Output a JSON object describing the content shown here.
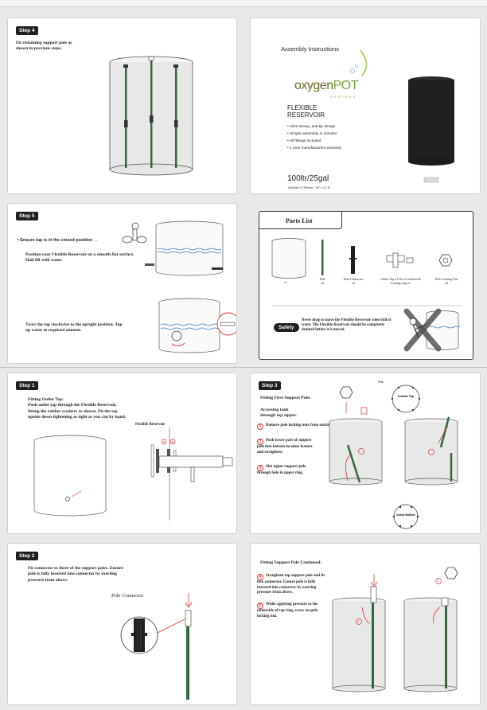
{
  "assembly": {
    "heading": "Assembly Instructions",
    "brand_main": "oxygen",
    "brand_suffix": "POT",
    "brand_sub": "SYSTEMS",
    "product_line1": "FLEXIBLE",
    "product_line2": "RESERVOIR",
    "features": [
      "Ultra strong, anti-tip design",
      "Simple assembly in minutes",
      "All fittings included",
      "1 year manufacturers warranty"
    ],
    "size": "100ltr/25gal",
    "dimensions": "450mm x 700mm / 18\" x 27.5\""
  },
  "step4": {
    "badge": "Step 4",
    "text": "Fit remaining support pole as shown in previous steps."
  },
  "step5": {
    "badge": "Step 5",
    "tap_note": "Ensure tap is in the closed position",
    "text1": "Position your Flexible Reservoir on a smooth flat surface. Half fill with water.",
    "text2": "Twist the tap clockwise to the upright position. Top up water to required amount."
  },
  "parts": {
    "title": "Parts List",
    "items": [
      {
        "name": "",
        "qty": "x1"
      },
      {
        "name": "Pole",
        "qty": "x6"
      },
      {
        "name": "Pole Connector",
        "qty": "x3"
      },
      {
        "name": "Outlet Tap x1 Set of washers & locking ring x1",
        "qty": ""
      },
      {
        "name": "Pole Locking Nut",
        "qty": "x6"
      }
    ],
    "safety_badge": "Safety",
    "safety_text": "Never drag or move the Flexible Reservoir when full of water. The Flexible Reservoir should be completely drained before it is moved."
  },
  "step1": {
    "badge": "Step 1",
    "title": "Fitting Outlet Tap:",
    "text": "Push outlet tap through the Flexible Reservoir, fitting the rubber washers as shown. Fit the tap upside down tightening as tight as you can by hand.",
    "label": "Flexible Reservoir",
    "markA": "A",
    "markB": "B"
  },
  "step3": {
    "badge": "Step 3",
    "title": "Fitting First Support Pole:",
    "intro": "Accessing tank through top zipper.",
    "items": [
      {
        "n": "1",
        "text": "Remove pole locking nuts from outside top."
      },
      {
        "n": "2",
        "text": "Push lower part of support pole into bottom location feature and straighten."
      },
      {
        "n": "3",
        "text": "Slot upper support pole through hole in upper ring."
      }
    ],
    "diagram_top": "Outside Top",
    "diagram_bottom": "Inside Bottom",
    "pole_label": "Pole"
  },
  "step2": {
    "badge": "Step 2",
    "text": "Fit connector to three of the support poles. Ensure pole is fully inserted into connector by exerting pressure from above.",
    "label": "Pole Connector"
  },
  "continued": {
    "title": "Fitting Support Pole Continued:",
    "items": [
      {
        "n": "4",
        "text": "Straighten top support pole and fit into connector. Ensure pole is fully inserted into connector by exerting pressure from above."
      },
      {
        "n": "5",
        "text": "While applying pressure to the underside of top ring, screw on pole locking nut."
      }
    ]
  }
}
